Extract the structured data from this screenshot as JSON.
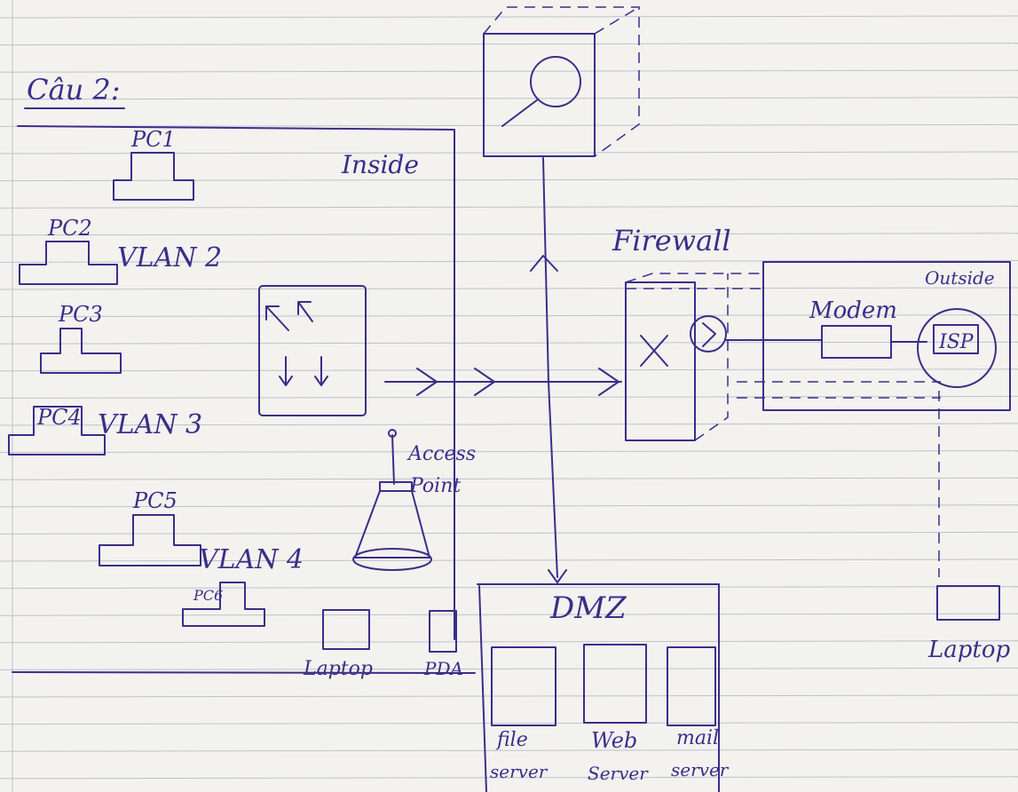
{
  "title": "Câu 2:",
  "zones": {
    "inside": "Inside",
    "outside": "Outside",
    "dmz": "DMZ"
  },
  "devices": {
    "pc1": "PC1",
    "pc2": "PC2",
    "pc3": "PC3",
    "pc4": "PC4",
    "pc5": "PC5",
    "pc6": "PC6",
    "firewall": "Firewall",
    "modem": "Modem",
    "isp": "ISP",
    "access_point_line1": "Access",
    "access_point_line2": "Point",
    "laptop_inside": "Laptop",
    "pda": "PDA",
    "laptop_outside": "Laptop"
  },
  "vlans": {
    "vlan2": "VLAN 2",
    "vlan3": "VLAN 3",
    "vlan4": "VLAN 4"
  },
  "servers": {
    "file_l1": "file",
    "file_l2": "server",
    "web_l1": "Web",
    "web_l2": "Server",
    "mail_l1": "mail",
    "mail_l2": "server"
  },
  "colors": {
    "ink": "#3a2e8a",
    "paper": "#f4f2ee",
    "rule": "#b9c3cf"
  }
}
